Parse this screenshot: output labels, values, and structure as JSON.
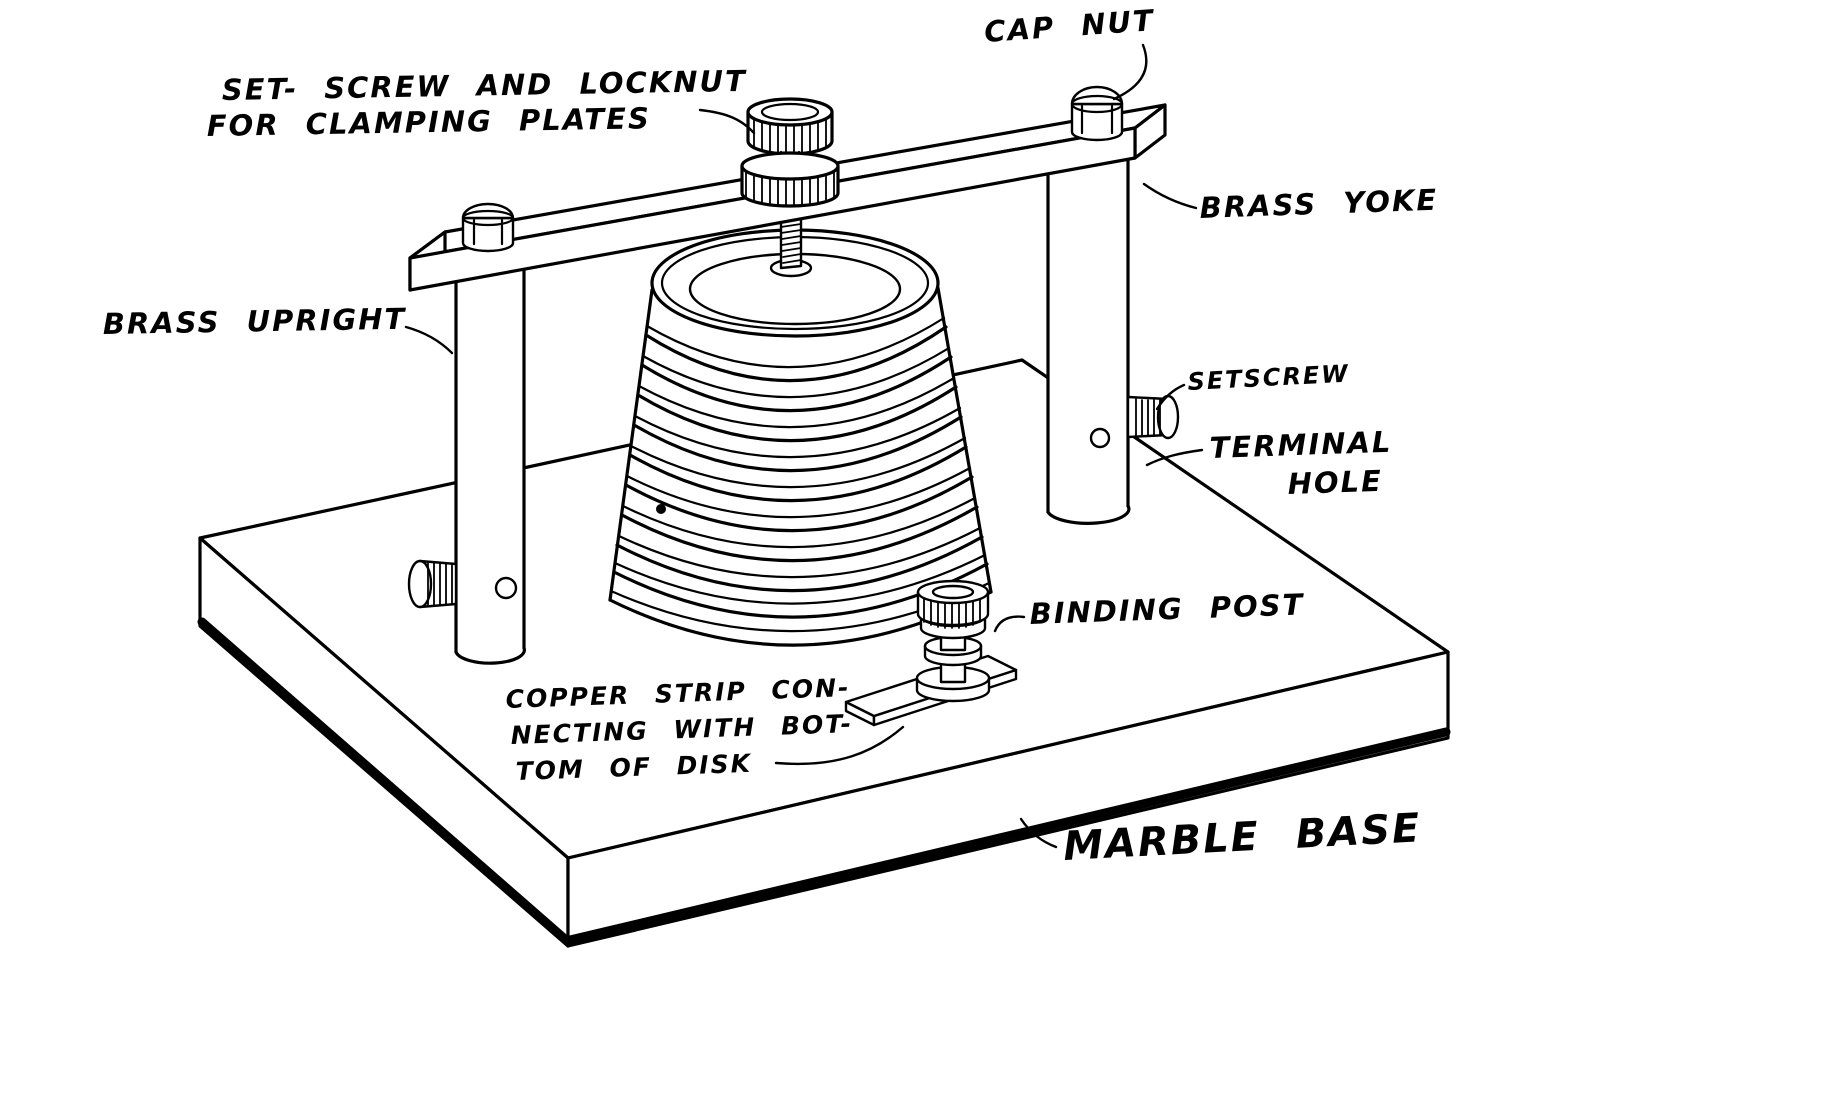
{
  "colors": {
    "ink": "#000000",
    "paper": "#ffffff"
  },
  "labels": {
    "cap_nut": "CAP NUT",
    "set_screw": {
      "line1": "SET- SCREW AND LOCKNUT",
      "line2": "FOR CLAMPING PLATES"
    },
    "brass_yoke": "BRASS YOKE",
    "brass_upright": "BRASS UPRIGHT",
    "setscrew": "SETSCREW",
    "terminal_hole": {
      "line1": "TERMINAL",
      "line2": "HOLE"
    },
    "binding_post": "BINDING POST",
    "copper_strip": {
      "line1": "COPPER STRIP CON-",
      "line2": "NECTING WITH BOT-",
      "line3": "TOM OF DISK"
    },
    "marble_base": "MARBLE BASE"
  }
}
